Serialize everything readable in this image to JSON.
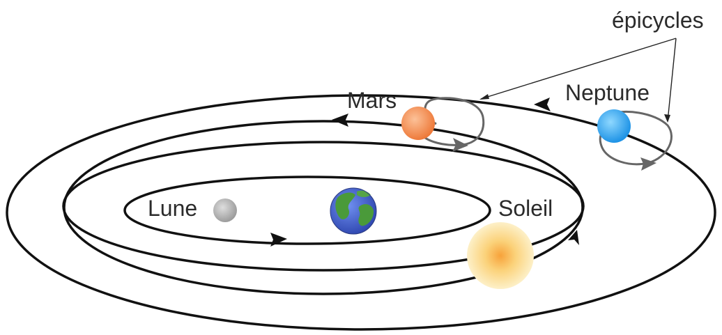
{
  "labels": {
    "moon": "Lune",
    "sun": "Soleil",
    "mars": "Mars",
    "neptune": "Neptune",
    "epicycles": "épicycles"
  },
  "colors": {
    "orbit": "#111111",
    "epicycle": "#666666",
    "mars": "#f07e3e",
    "neptune": "#2aa1ec",
    "moon": "#a9a9a9",
    "sun": "#f7b740",
    "earth_ocean": "#3b5fd0",
    "earth_land": "#4a9a3a"
  },
  "icons": {
    "earth": "earth-icon",
    "sun": "sun-icon",
    "moon": "moon-icon",
    "mars": "mars-icon",
    "neptune": "neptune-icon"
  }
}
